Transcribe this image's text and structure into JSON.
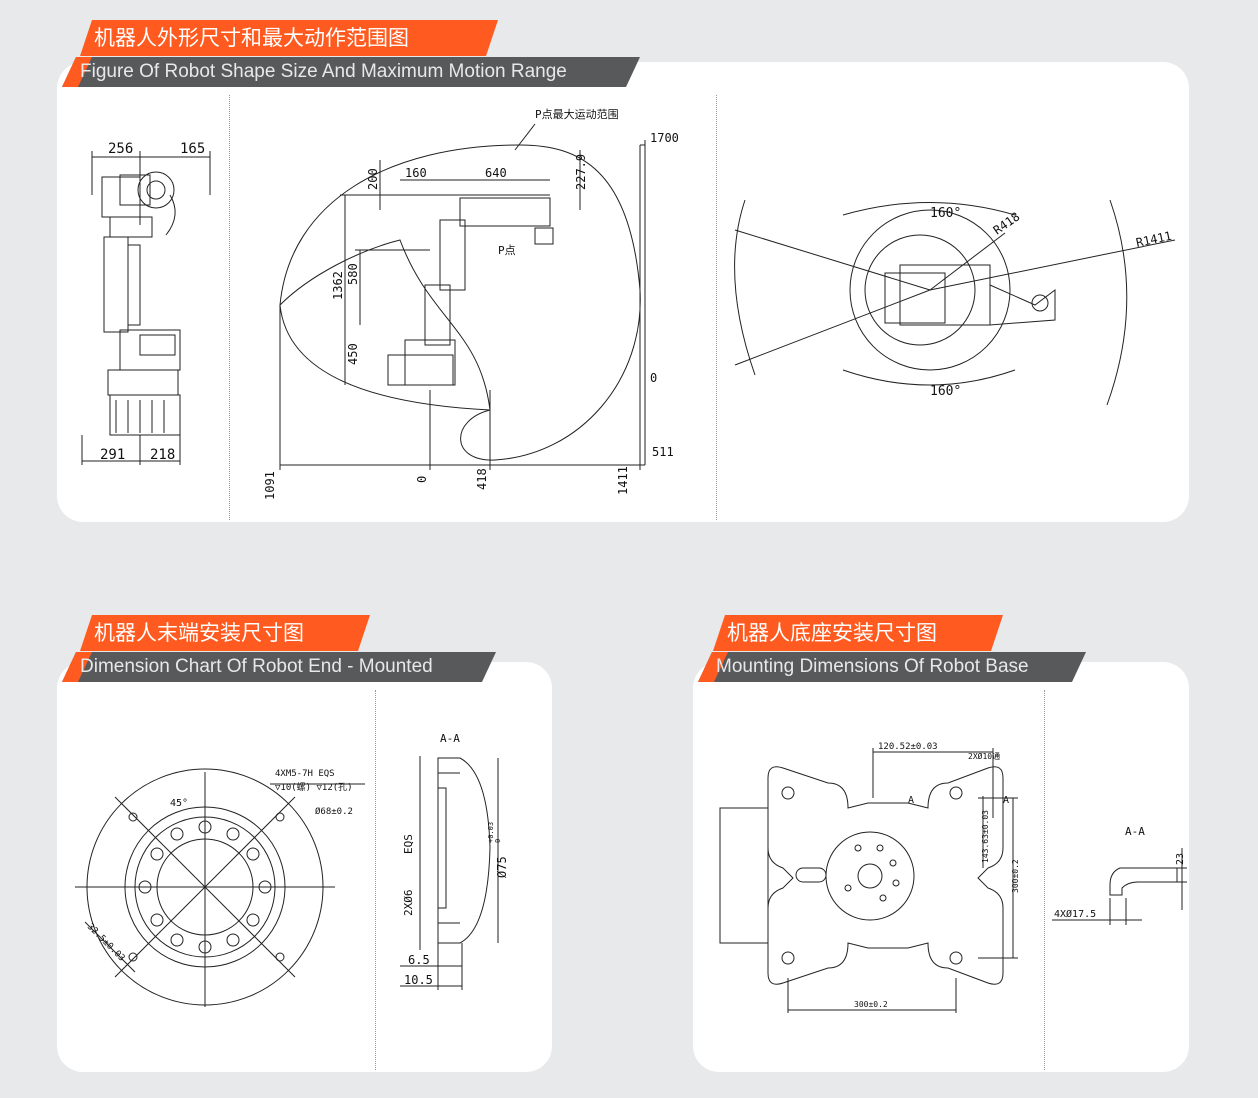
{
  "section1": {
    "title_cn": "机器人外形尺寸和最大动作范围图",
    "title_en": "Figure Of Robot Shape Size And Maximum Motion Range",
    "side": {
      "top_left": "256",
      "top_right": "165",
      "bottom_left": "291",
      "bottom_right": "218"
    },
    "range": {
      "p_label": "P点最大运动范围",
      "p_point": "P点",
      "h1700": "1700",
      "v200": "200",
      "h160": "160",
      "h640": "640",
      "v227": "227.9",
      "v1362": "1362",
      "v580": "580",
      "v450": "450",
      "v0": "0",
      "v511": "511",
      "x1091": "1091",
      "x0": "0",
      "x418": "418",
      "x1411": "1411"
    },
    "top": {
      "a160_top": "160°",
      "a160_bot": "160°",
      "r418": "R418",
      "r1411": "R1411"
    }
  },
  "section2": {
    "title_cn": "机器人末端安装尺寸图",
    "title_en": "Dimension Chart Of Robot End - Mounted",
    "left": {
      "angle": "45°",
      "holes": "4XM5-7H EQS",
      "holes_depth": "▽10(螺) ▽12(孔)",
      "d68": "Ø68±0.2",
      "d32": "32.5±0.03"
    },
    "right": {
      "section": "A-A",
      "d6": "2XØ6",
      "eqs": "EQS",
      "d75": "Ø75",
      "tol": "+0.03",
      "tol0": "0",
      "d65": "6.5",
      "d105": "10.5"
    }
  },
  "section3": {
    "title_cn": "机器人底座安装尺寸图",
    "title_en": "Mounting Dimensions Of Robot Base",
    "left": {
      "d120": "120.52±0.03",
      "d2x10": "2XØ10通",
      "a_mark": "A",
      "d143": "143.63±0.03",
      "d300v": "300±0.2",
      "d300h": "300±0.2"
    },
    "right": {
      "section": "A-A",
      "d23": "23",
      "d175": "4XØ17.5"
    }
  },
  "colors": {
    "accent": "#ff5a1f",
    "dark": "#58595b",
    "panel": "#ffffff",
    "background": "#e8e9eb"
  }
}
